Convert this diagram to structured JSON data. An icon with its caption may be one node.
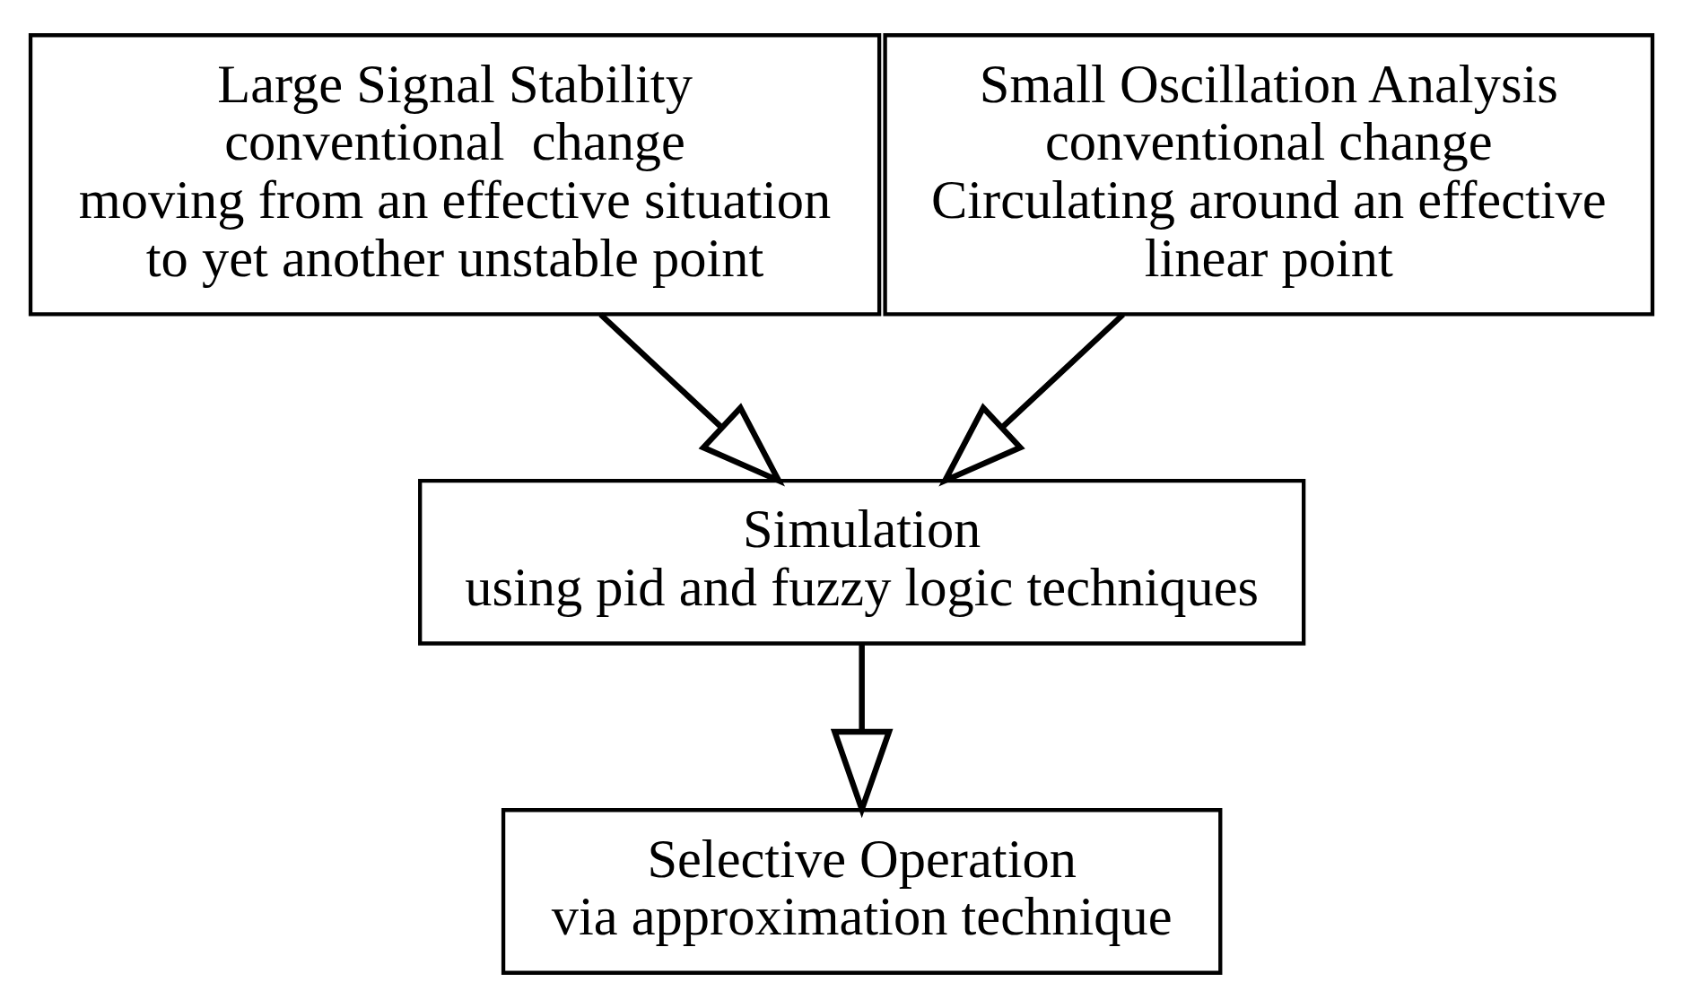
{
  "diagram": {
    "nodes": [
      {
        "text": [
          "Large Signal Stability",
          "conventional  change",
          "moving from an effective situation to yet another unstable point"
        ]
      },
      {
        "text": [
          "Small Oscillation Analysis",
          "conventional change",
          "Circulating around an effective linear point"
        ]
      },
      {
        "text": [
          "Simulation",
          "using pid and fuzzy logic techniques"
        ]
      },
      {
        "text": [
          "Selective Operation",
          "via approximation technique"
        ]
      }
    ],
    "edges": [
      {
        "from": 0,
        "to": 2,
        "arrow": "to"
      },
      {
        "from": 1,
        "to": 2,
        "arrow": "to"
      },
      {
        "from": 2,
        "to": 3,
        "arrow": "to"
      }
    ]
  }
}
